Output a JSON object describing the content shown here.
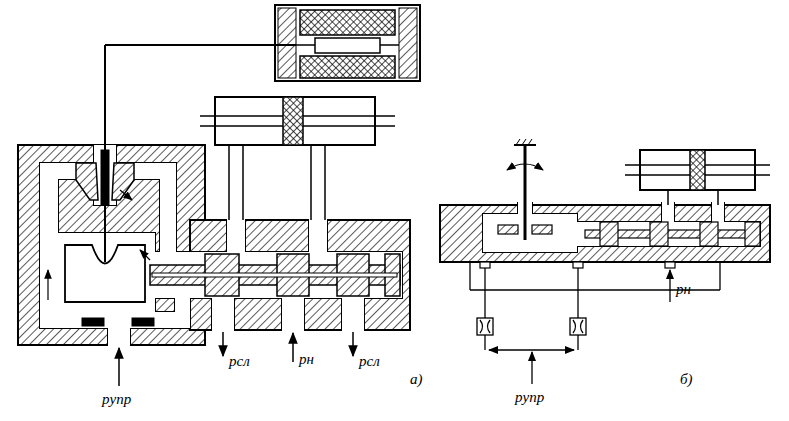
{
  "diagram": {
    "labels": [
      "pн",
      "pсл",
      "pн",
      "pсл",
      "а)",
      "б)",
      "pупр",
      "pупр"
    ]
  }
}
